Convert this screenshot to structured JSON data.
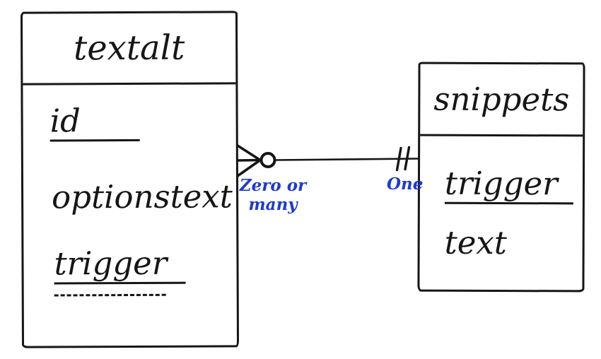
{
  "colors": {
    "ink": "#161616",
    "annotation": "#1e3ad1",
    "background": "#ffffff"
  },
  "entities": [
    {
      "name": "textalt",
      "fields": [
        {
          "label": "id",
          "underline": "solid"
        },
        {
          "label": "optionstext",
          "underline": "none"
        },
        {
          "label": "trigger",
          "underline": "solid-plus-dashed"
        }
      ]
    },
    {
      "name": "snippets",
      "fields": [
        {
          "label": "trigger",
          "underline": "solid"
        },
        {
          "label": "text",
          "underline": "none"
        }
      ]
    }
  ],
  "relationship": {
    "left_end": {
      "symbol": "zero-or-many-crow-foot-with-circle",
      "label_line1": "Zero or",
      "label_line2": "many"
    },
    "right_end": {
      "symbol": "one-double-tick",
      "label": "One"
    }
  }
}
